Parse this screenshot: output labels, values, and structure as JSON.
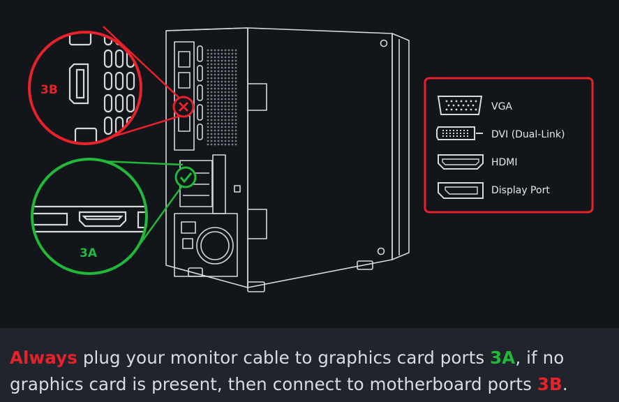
{
  "callouts": {
    "motherboard": {
      "label": "3B",
      "color": "#e8222b"
    },
    "graphics_card": {
      "label": "3A",
      "color": "#22b83a"
    }
  },
  "legend": {
    "border_color": "#e8222b",
    "items": [
      {
        "icon": "vga-port-icon",
        "label": "VGA"
      },
      {
        "icon": "dvi-port-icon",
        "label": "DVI (Dual-Link)"
      },
      {
        "icon": "hdmi-port-icon",
        "label": "HDMI"
      },
      {
        "icon": "displayport-icon",
        "label": "Display Port"
      }
    ]
  },
  "caption": {
    "always": "Always",
    "part1": " plug your monitor cable to graphics card ports ",
    "ports_3a": "3A",
    "part2": ", if no graphics card is present, then connect to motherboard ports ",
    "ports_3b": "3B",
    "end": "."
  },
  "colors": {
    "background": "#12151a",
    "caption_bg": "#1f242d",
    "red": "#e8222b",
    "green": "#22b83a",
    "line": "#d6d9de"
  }
}
